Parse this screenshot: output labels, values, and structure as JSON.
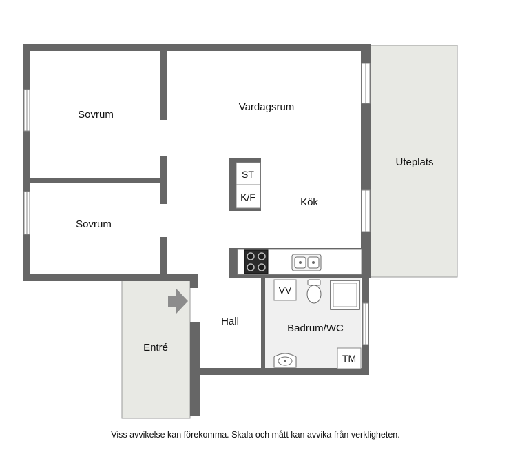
{
  "rooms": {
    "sovrum_top": "Sovrum",
    "sovrum_bottom": "Sovrum",
    "vardagsrum": "Vardagsrum",
    "kok": "Kök",
    "uteplats": "Uteplats",
    "hall": "Hall",
    "badrum": "Badrum/WC",
    "entre": "Entré"
  },
  "fixtures": {
    "st": "ST",
    "kf": "K/F",
    "vv": "VV",
    "tm": "TM"
  },
  "disclaimer": "Viss avvikelse kan förekomma. Skala och mått kan avvika från verkligheten.",
  "colors": {
    "wall": "#666666",
    "bathroom_floor": "#f0f0f0",
    "outdoor_area": "#e8e9e4",
    "window": "#ffffff",
    "entry_arrow": "#8c8c8c"
  },
  "icons": {
    "stove": "stove-icon",
    "sink": "double-sink-icon",
    "toilet": "toilet-icon",
    "shower": "shower-icon",
    "washbasin": "washbasin-icon",
    "entry": "entry-arrow-icon"
  }
}
